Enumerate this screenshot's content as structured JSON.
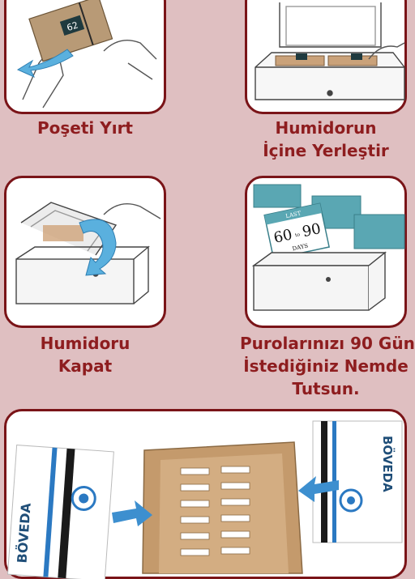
{
  "steps": [
    {
      "line1": "Poşeti Yırt",
      "line2": ""
    },
    {
      "line1": "Humidorun",
      "line2": "İçine Yerleştir"
    },
    {
      "line1": "Humidoru",
      "line2": "Kapat"
    },
    {
      "line1": "Purolarınızı 90 Gün",
      "line2": "İstediğiniz Nemde",
      "line3": "Tutsun."
    }
  ],
  "pack_label": "62",
  "calendar": {
    "top": "LAST",
    "from": "60",
    "to": "90",
    "joiner": "to",
    "unit": "DAYS"
  },
  "brand": "BÖVEDA",
  "colors": {
    "background": "#dfbfc1",
    "border": "#7a1418",
    "caption": "#8e1d1f",
    "arrow": "#3d8fcf",
    "wood": "#c49a6c",
    "teal": "#4c9aa6"
  }
}
